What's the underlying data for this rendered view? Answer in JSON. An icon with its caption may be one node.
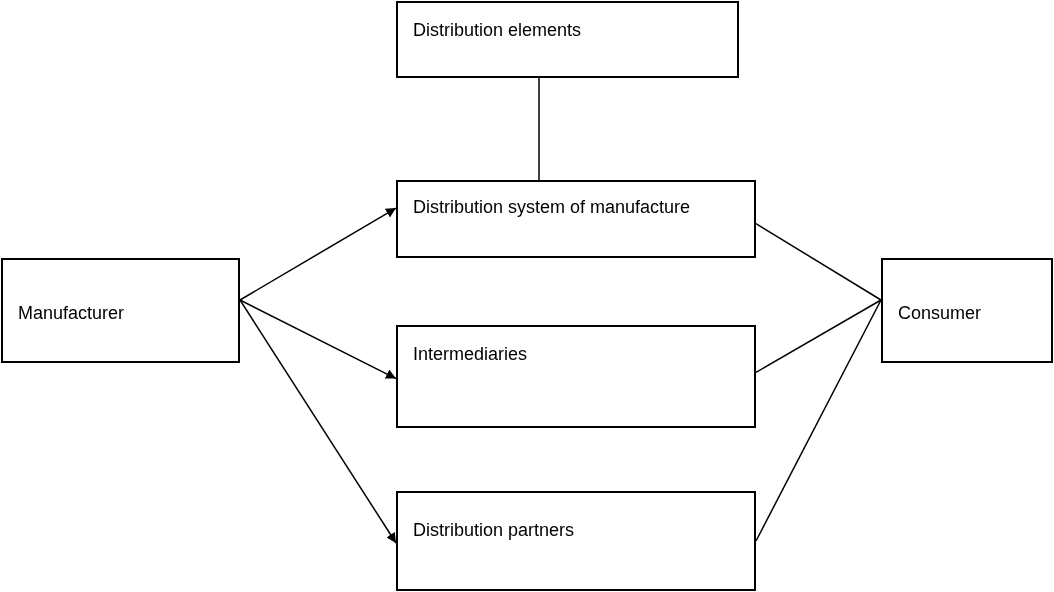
{
  "diagram": {
    "nodes": [
      {
        "text": [
          "Distribution elements"
        ]
      },
      {
        "text": [
          "Manufacturer"
        ]
      },
      {
        "text": [
          "Distribution system of manufacture"
        ]
      },
      {
        "text": [
          "Consumer"
        ]
      },
      {
        "text": [
          "Intermediaries"
        ]
      },
      {
        "text": [
          "Distribution partners"
        ]
      }
    ],
    "edges": [
      {
        "from": 0,
        "to": 2,
        "arrow": "none"
      },
      {
        "from": 1,
        "to": 2,
        "arrow": "to"
      },
      {
        "from": 1,
        "to": 4,
        "arrow": "to"
      },
      {
        "from": 1,
        "to": 5,
        "arrow": "to"
      },
      {
        "from": 2,
        "to": 3,
        "arrow": "none"
      },
      {
        "from": 4,
        "to": 3,
        "arrow": "none"
      },
      {
        "from": 5,
        "to": 3,
        "arrow": "none"
      }
    ]
  }
}
